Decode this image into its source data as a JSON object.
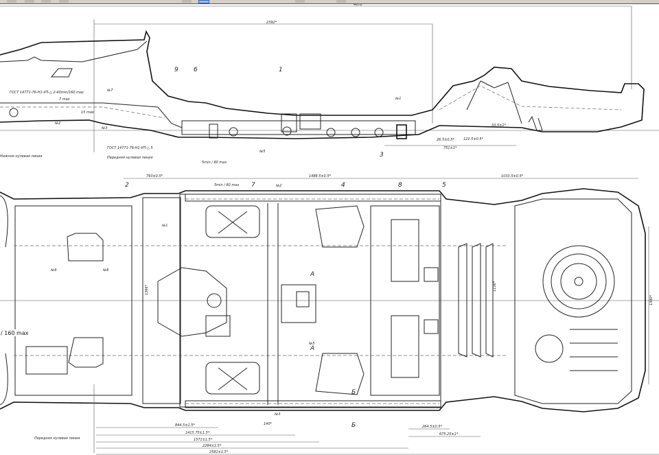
{
  "drawing": {
    "side_view": {
      "overall_dim": "2392*",
      "top_dim": "4678",
      "callouts": [
        "9",
        "6",
        "1",
        "3"
      ],
      "weld_note_1": "ГОСТ 14771-76-Н1-УП-△ 2-40min/160 max",
      "weld_note_2": "ГОСТ 14771-76-Н1-УП-△ 5",
      "weld_note_3": "5min / 80 max",
      "zero_line_bottom": "Нижняя нулевая линия",
      "zero_line_front": "Передняя нулевая линия",
      "dims": [
        "26.5±0.5*",
        "122.5±0.5*",
        "33.5±1*",
        "751±1*",
        "15 max",
        "7 max"
      ],
      "marks": [
        "№1",
        "№2",
        "№3",
        "№5",
        "№7"
      ]
    },
    "plan_view": {
      "top_dims": [
        "793±0.5*",
        "1488.5±0.5*",
        "1033.5±0.5*"
      ],
      "callouts": [
        "2",
        "7",
        "4",
        "8",
        "5"
      ],
      "weld_note": "5min / 60 max",
      "section_marks": [
        "A",
        "A",
        "Б",
        "Б"
      ],
      "zero_line_front": "Передняя нулевая линия",
      "bottom_dims": [
        "844.5±1.5*",
        "1415.75±1.5*",
        "1571±1.5*",
        "2284±1.5*",
        "2581±1.5*",
        "264.5±0.5*",
        "675.25±1*",
        "140*"
      ],
      "side_dims": [
        "1380*",
        "1136*",
        "1366*"
      ],
      "marks": [
        "№1",
        "№2",
        "№3",
        "№5",
        "№6",
        "№9"
      ],
      "left_note": "/ 160 max"
    }
  }
}
